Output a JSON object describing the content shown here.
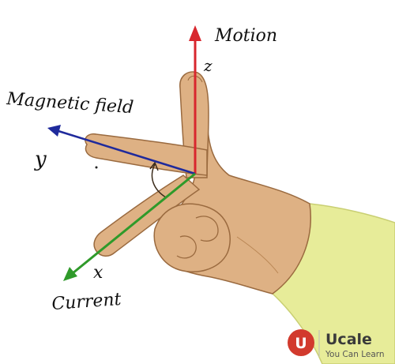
{
  "labels": {
    "motion": "Motion",
    "magnetic_field": "Magnetic field",
    "current": "Current",
    "axis_z": "z",
    "axis_y": "y",
    "axis_x": "x"
  },
  "colors": {
    "motion_arrow": "#d8272e",
    "field_arrow": "#1f2a9c",
    "current_arrow": "#2f9a2a",
    "skin": "#deb184",
    "skin_shadow": "#c8935c",
    "sleeve": "#e7ec99",
    "brand_red": "#d23a2d",
    "brand_text": "#3a3a3a"
  },
  "brand": {
    "logo_letter": "U",
    "name": "Ucale",
    "tagline": "You Can Learn"
  }
}
